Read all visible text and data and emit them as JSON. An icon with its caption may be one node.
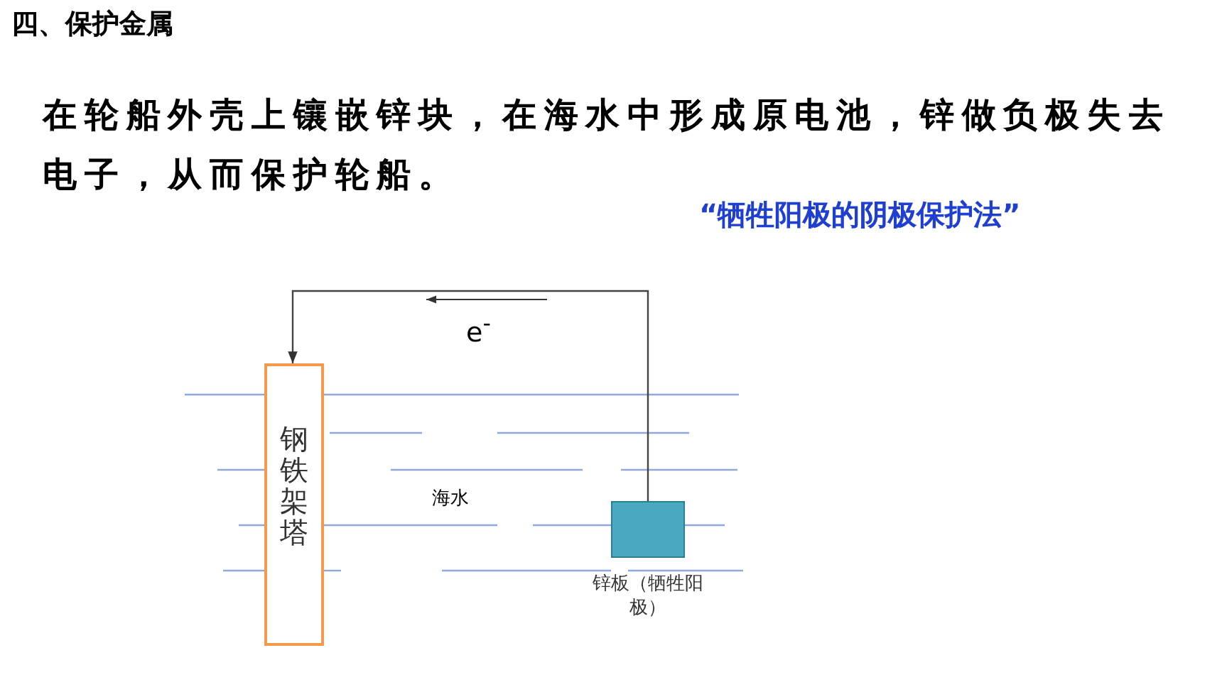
{
  "diagram": {
    "title": "四、保护金属",
    "nodes": [
      {
        "text": [
          "钢铁架塔"
        ]
      },
      {
        "text": [],
        "shape": "box",
        "beside": [
          "锌板（牺牲阳极）"
        ]
      }
    ],
    "edges": [
      {
        "from": 1,
        "to": 0,
        "arrow": "to"
      }
    ],
    "labels": [
      "在轮船外壳上镶嵌锌块，在海水中形成原电池，锌做负极失去电子，从而保护轮船。",
      "“牺牲阳极的阴极保护法”",
      "e$^{-}$",
      "海水"
    ]
  }
}
